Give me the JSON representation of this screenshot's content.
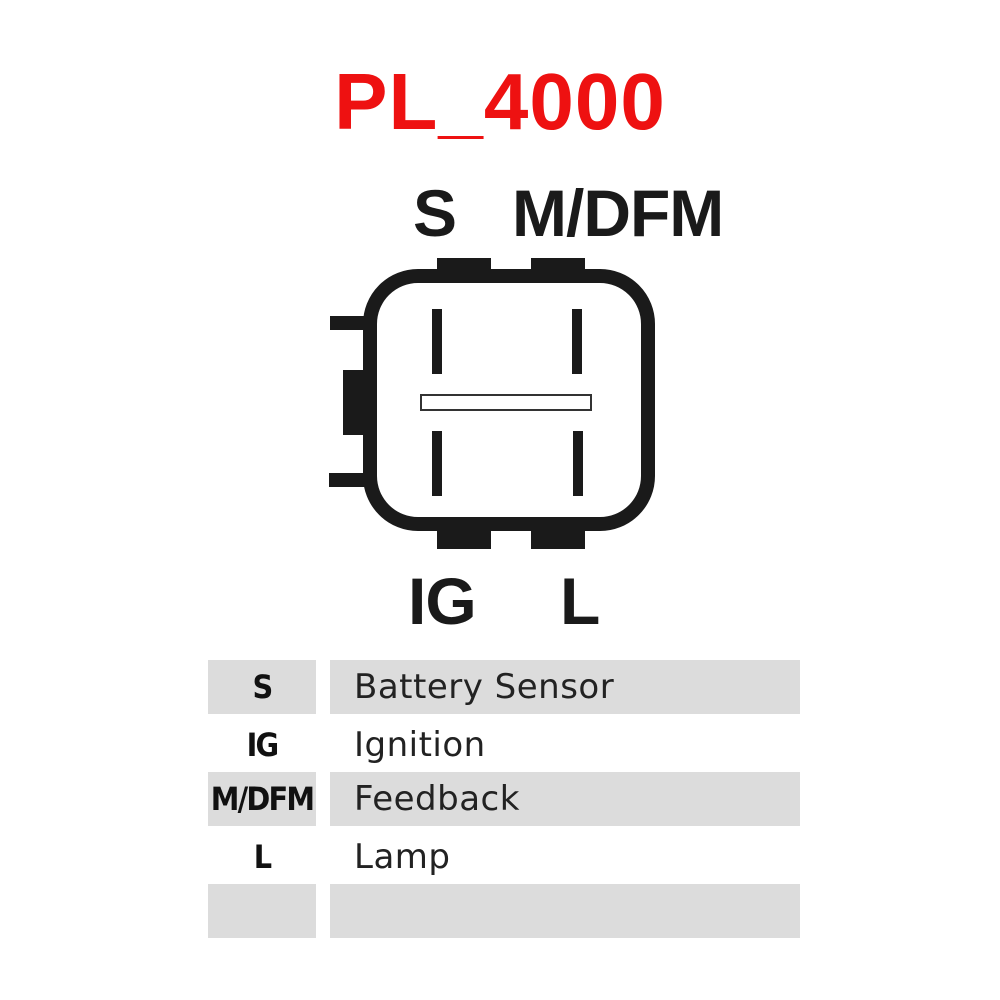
{
  "title": "PL_4000",
  "colors": {
    "title": "#ee1111",
    "connector": "#1a1a1a",
    "table_shade": "#dcdcdc"
  },
  "connector": {
    "top_labels": [
      "S",
      "M/DFM"
    ],
    "bottom_labels": [
      "IG",
      "L"
    ]
  },
  "legend": {
    "rows": [
      {
        "key": "S",
        "description": "Battery Sensor",
        "shaded": true
      },
      {
        "key": "IG",
        "description": "Ignition",
        "shaded": false
      },
      {
        "key": "M/DFM",
        "description": "Feedback",
        "shaded": true
      },
      {
        "key": "L",
        "description": "Lamp",
        "shaded": false
      },
      {
        "key": "",
        "description": "",
        "shaded": true
      }
    ]
  }
}
